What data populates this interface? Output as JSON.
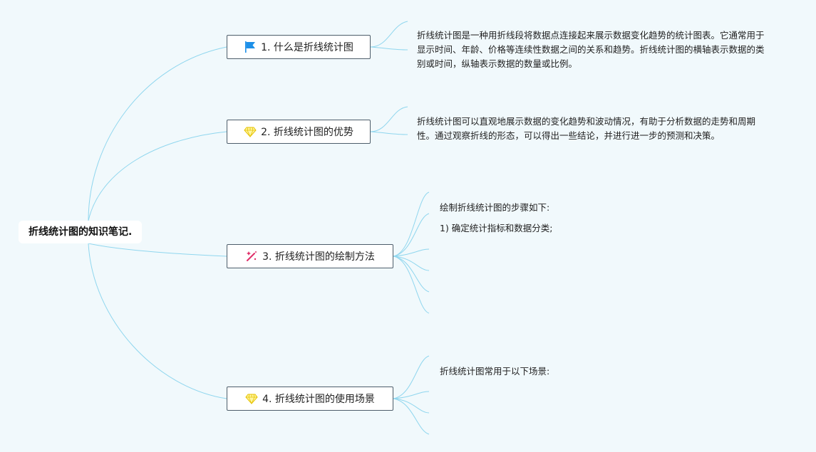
{
  "root": {
    "label": "折线统计图的知识笔记."
  },
  "branches": [
    {
      "label": "1. 什么是折线统计图",
      "icon": "flag-icon",
      "color": "#1e90e8",
      "description": "折线统计图是一种用折线段将数据点连接起来展示数据变化趋势的统计图表。它通常用于显示时间、年龄、价格等连续性数据之间的关系和趋势。折线统计图的横轴表示数据的类别或时间，纵轴表示数据的数量或比例。"
    },
    {
      "label": "2. 折线统计图的优势",
      "icon": "diamond-icon",
      "color": "#f0d000",
      "description": "折线统计图可以直观地展示数据的变化趋势和波动情况，有助于分析数据的走势和周期性。通过观察折线的形态，可以得出一些结论，并进行进一步的预测和决策。"
    },
    {
      "label": "3. 折线统计图的绘制方法",
      "icon": "magic-wand-icon",
      "color": "#e0306a",
      "leaves": [
        "绘制折线统计图的步骤如下:",
        "1) 确定统计指标和数据分类;",
        "",
        "",
        "",
        ""
      ]
    },
    {
      "label": "4. 折线统计图的使用场景",
      "icon": "diamond-icon",
      "color": "#f0d000",
      "leaves": [
        "折线统计图常用于以下场景:",
        "",
        "",
        ""
      ]
    }
  ],
  "colors": {
    "background": "#f1f9fc",
    "connector": "#8fd6ee",
    "branch_border": "#4d5d6a"
  }
}
